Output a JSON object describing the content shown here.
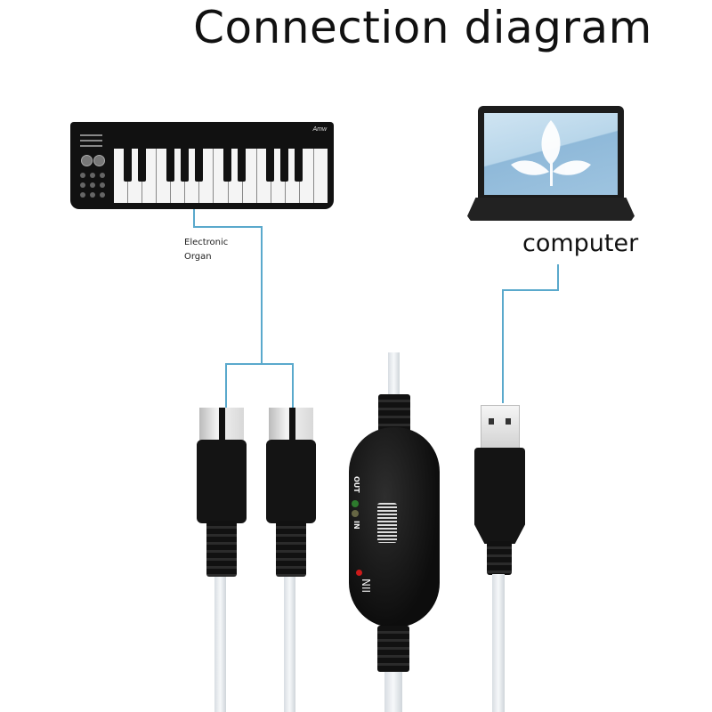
{
  "title": "Connection diagram",
  "labels": {
    "keyboard_line1": "Electronic",
    "keyboard_line2": "Organ",
    "computer": "computer"
  },
  "devices": {
    "keyboard": {
      "name": "electronic-organ",
      "brand_mark": "Amw"
    },
    "laptop": {
      "name": "computer",
      "screen_icon": "leaf-icon"
    },
    "interface_box": {
      "in_label": "IN",
      "out_label": "OUT",
      "model_text": "NII"
    },
    "midi_plugs": 2,
    "usb_plug": 1
  },
  "colors": {
    "connector_line": "#5aa9cc",
    "device_black": "#141414",
    "led_red": "#cc1a1a",
    "led_green": "#2d7a2d"
  }
}
